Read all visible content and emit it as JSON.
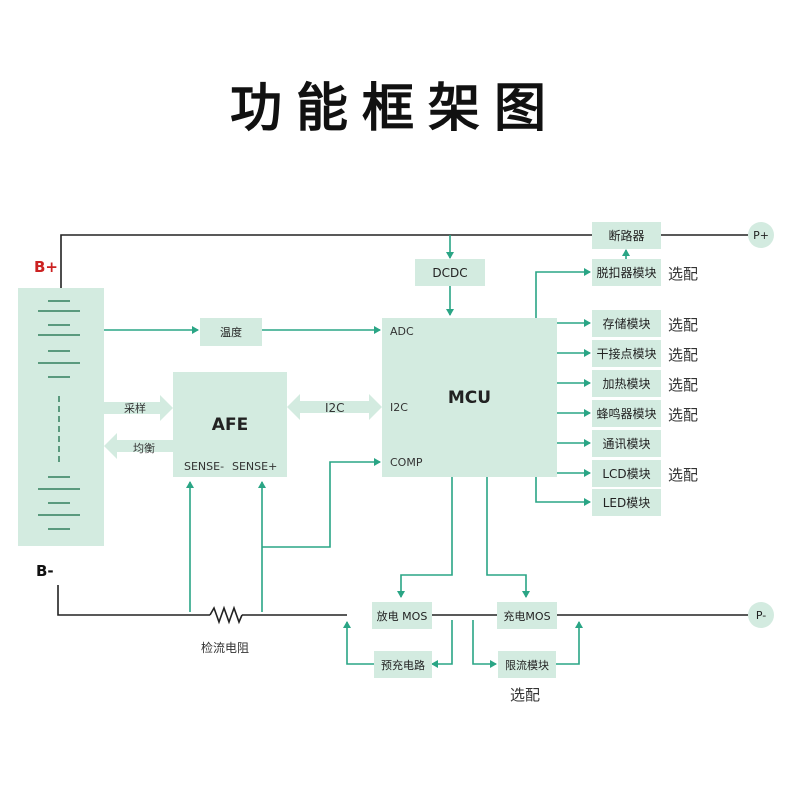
{
  "title": "功能框架图",
  "colors": {
    "box_fill": "#d3ebe0",
    "arrow": "#2aa585",
    "wire": "#222222",
    "b_plus": "#cc2222"
  },
  "terminals": {
    "b_plus": "B+",
    "b_minus": "B-",
    "p_plus": "P+",
    "p_minus": "P-"
  },
  "blocks": {
    "dcdc": "DCDC",
    "temp": "温度",
    "afe": "AFE",
    "mcu": "MCU",
    "breaker": "断路器",
    "trip": "脱扣器模块",
    "storage": "存储模块",
    "dry_contact": "干接点模块",
    "heating": "加热模块",
    "buzzer": "蜂鸣器模块",
    "comm": "通讯模块",
    "lcd": "LCD模块",
    "led": "LED模块",
    "discharge_mos": "放电 MOS",
    "charge_mos": "充电MOS",
    "precharge": "预充电路",
    "current_limit": "限流模块"
  },
  "pins": {
    "adc": "ADC",
    "i2c_mcu": "I2C",
    "comp": "COMP",
    "sense_minus": "SENSE-",
    "sense_plus": "SENSE+"
  },
  "labels": {
    "sampling": "采样",
    "balance": "均衡",
    "i2c_bus": "I2C",
    "shunt": "检流电阻",
    "optional": "选配"
  }
}
